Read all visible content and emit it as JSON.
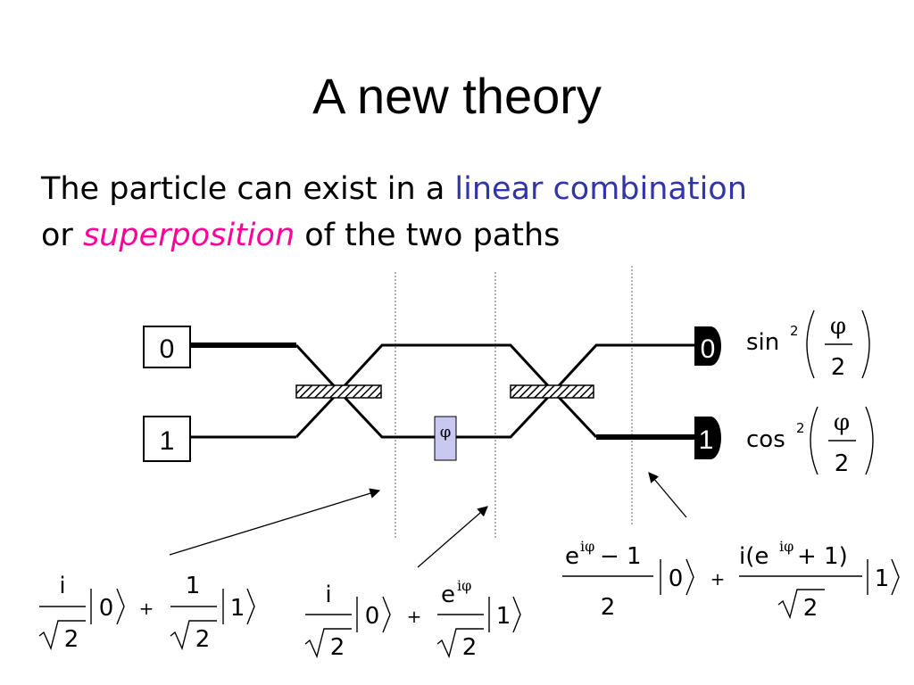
{
  "title": "A new theory",
  "subtitle": {
    "part1": "The particle can exist in a ",
    "highlight1": "linear combination",
    "part2": "or ",
    "highlight2": "superposition",
    "part3": " of the two paths"
  },
  "colors": {
    "highlight1": "#3333aa",
    "highlight2": "#ff0099",
    "phase_box": "#c8c8f0"
  },
  "inputs": [
    "0",
    "1"
  ],
  "outputs": [
    "0",
    "1"
  ],
  "phase_symbol": "φ",
  "output_probabilities": {
    "top": {
      "func": "sin",
      "power": "2",
      "num": "φ",
      "den": "2"
    },
    "bottom": {
      "func": "cos",
      "power": "2",
      "num": "φ",
      "den": "2"
    }
  },
  "states": {
    "after_first_splitter": {
      "coef0_num": "i",
      "coef0_den": "2",
      "ket0": "0",
      "op": "+",
      "coef1_num": "1",
      "coef1_den": "2",
      "ket1": "1"
    },
    "after_phase": {
      "coef0_num": "i",
      "coef0_den": "2",
      "ket0": "0",
      "op": "+",
      "coef1_num_base": "e",
      "coef1_num_sup": "iφ",
      "coef1_den": "2",
      "ket1": "1"
    },
    "after_second_splitter": {
      "coef0_base": "e",
      "coef0_sup": "iφ",
      "coef0_rest": " − 1",
      "coef0_den": "2",
      "ket0": "0",
      "op": "+",
      "coef1_pre": "i(e",
      "coef1_sup": "iφ",
      "coef1_rest": " + 1)",
      "coef1_den": "2",
      "ket1": "1"
    }
  }
}
